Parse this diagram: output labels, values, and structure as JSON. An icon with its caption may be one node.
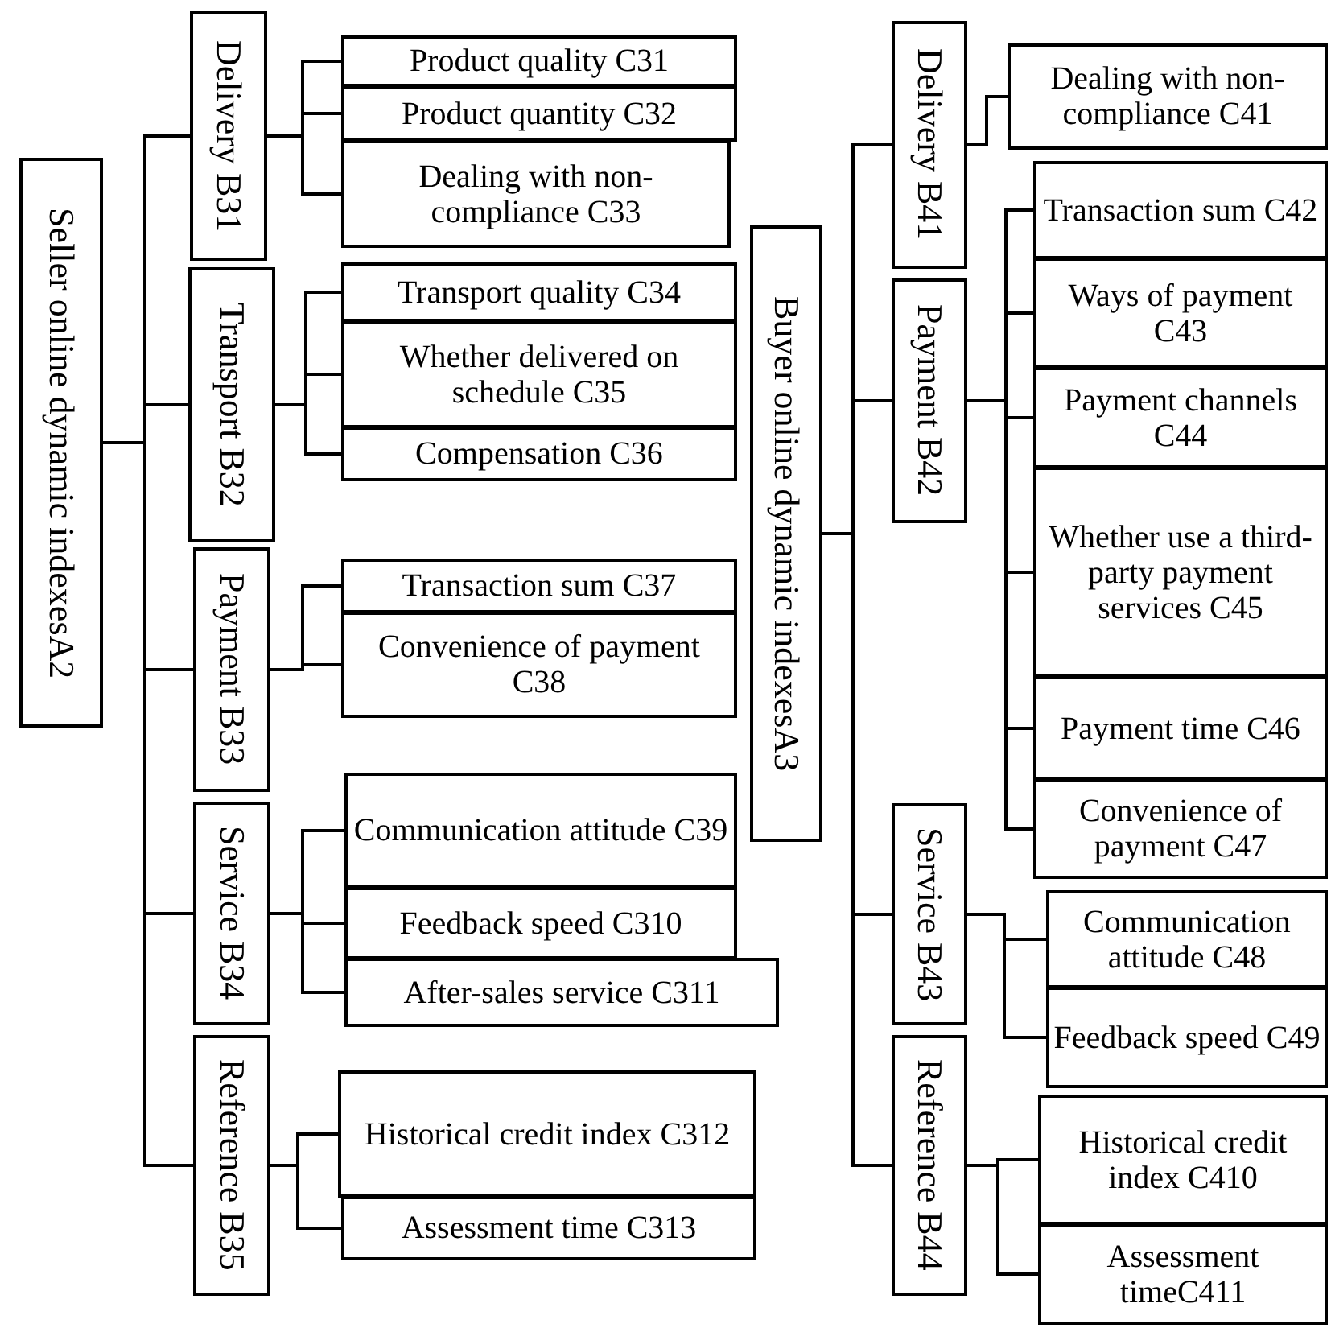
{
  "diagram": {
    "nodes": [
      {
        "text": [
          "Seller online dynamic indexesA2"
        ]
      },
      {
        "text": [
          "Delivery B31"
        ]
      },
      {
        "text": [
          "Transport B32"
        ]
      },
      {
        "text": [
          "Payment B33"
        ]
      },
      {
        "text": [
          "Service B34"
        ]
      },
      {
        "text": [
          "Reference B35"
        ]
      },
      {
        "text": [
          "Product quality C31"
        ]
      },
      {
        "text": [
          "Product quantity C32"
        ]
      },
      {
        "text": [
          "Dealing with non-compliance C33"
        ]
      },
      {
        "text": [
          "Transport quality C34"
        ]
      },
      {
        "text": [
          "Whether delivered on schedule C35"
        ]
      },
      {
        "text": [
          "Compensation C36"
        ]
      },
      {
        "text": [
          "Transaction sum C37"
        ]
      },
      {
        "text": [
          "Convenience of payment C38"
        ]
      },
      {
        "text": [
          "Communication attitude C39"
        ]
      },
      {
        "text": [
          "Feedback speed C310"
        ]
      },
      {
        "text": [
          "After-sales service C311"
        ]
      },
      {
        "text": [
          "Historical credit index C312"
        ]
      },
      {
        "text": [
          "Assessment time C313"
        ]
      },
      {
        "text": [
          "Buyer online dynamic indexesA3"
        ]
      },
      {
        "text": [
          "Delivery B41"
        ]
      },
      {
        "text": [
          "Payment B42"
        ]
      },
      {
        "text": [
          "Service B43"
        ]
      },
      {
        "text": [
          "Reference B44"
        ]
      },
      {
        "text": [
          "Dealing with non-compliance C41"
        ]
      },
      {
        "text": [
          "Transaction sum C42"
        ]
      },
      {
        "text": [
          "Ways of payment C43"
        ]
      },
      {
        "text": [
          "Payment channels C44"
        ]
      },
      {
        "text": [
          "Whether use a third-party payment services C45"
        ]
      },
      {
        "text": [
          "Payment time C46"
        ]
      },
      {
        "text": [
          "Convenience of payment C47"
        ]
      },
      {
        "text": [
          "Communication attitude C48"
        ]
      },
      {
        "text": [
          "Feedback speed C49"
        ]
      },
      {
        "text": [
          "Historical credit index C410"
        ]
      },
      {
        "text": [
          "Assessment timeC411"
        ]
      }
    ],
    "edges": [
      {
        "from": 0,
        "to": 1,
        "arrow": "none"
      },
      {
        "from": 0,
        "to": 2,
        "arrow": "none"
      },
      {
        "from": 0,
        "to": 3,
        "arrow": "none"
      },
      {
        "from": 0,
        "to": 4,
        "arrow": "none"
      },
      {
        "from": 0,
        "to": 5,
        "arrow": "none"
      },
      {
        "from": 1,
        "to": 6,
        "arrow": "none"
      },
      {
        "from": 1,
        "to": 7,
        "arrow": "none"
      },
      {
        "from": 1,
        "to": 8,
        "arrow": "none"
      },
      {
        "from": 2,
        "to": 9,
        "arrow": "none"
      },
      {
        "from": 2,
        "to": 10,
        "arrow": "none"
      },
      {
        "from": 2,
        "to": 11,
        "arrow": "none"
      },
      {
        "from": 3,
        "to": 12,
        "arrow": "none"
      },
      {
        "from": 3,
        "to": 13,
        "arrow": "none"
      },
      {
        "from": 4,
        "to": 14,
        "arrow": "none"
      },
      {
        "from": 4,
        "to": 15,
        "arrow": "none"
      },
      {
        "from": 4,
        "to": 16,
        "arrow": "none"
      },
      {
        "from": 5,
        "to": 17,
        "arrow": "none"
      },
      {
        "from": 5,
        "to": 18,
        "arrow": "none"
      },
      {
        "from": 19,
        "to": 20,
        "arrow": "none"
      },
      {
        "from": 19,
        "to": 21,
        "arrow": "none"
      },
      {
        "from": 19,
        "to": 22,
        "arrow": "none"
      },
      {
        "from": 19,
        "to": 23,
        "arrow": "none"
      },
      {
        "from": 20,
        "to": 24,
        "arrow": "none"
      },
      {
        "from": 21,
        "to": 25,
        "arrow": "none"
      },
      {
        "from": 21,
        "to": 26,
        "arrow": "none"
      },
      {
        "from": 21,
        "to": 27,
        "arrow": "none"
      },
      {
        "from": 21,
        "to": 28,
        "arrow": "none"
      },
      {
        "from": 21,
        "to": 29,
        "arrow": "none"
      },
      {
        "from": 21,
        "to": 30,
        "arrow": "none"
      },
      {
        "from": 22,
        "to": 31,
        "arrow": "none"
      },
      {
        "from": 22,
        "to": 32,
        "arrow": "none"
      },
      {
        "from": 23,
        "to": 33,
        "arrow": "none"
      },
      {
        "from": 23,
        "to": 34,
        "arrow": "none"
      }
    ]
  }
}
